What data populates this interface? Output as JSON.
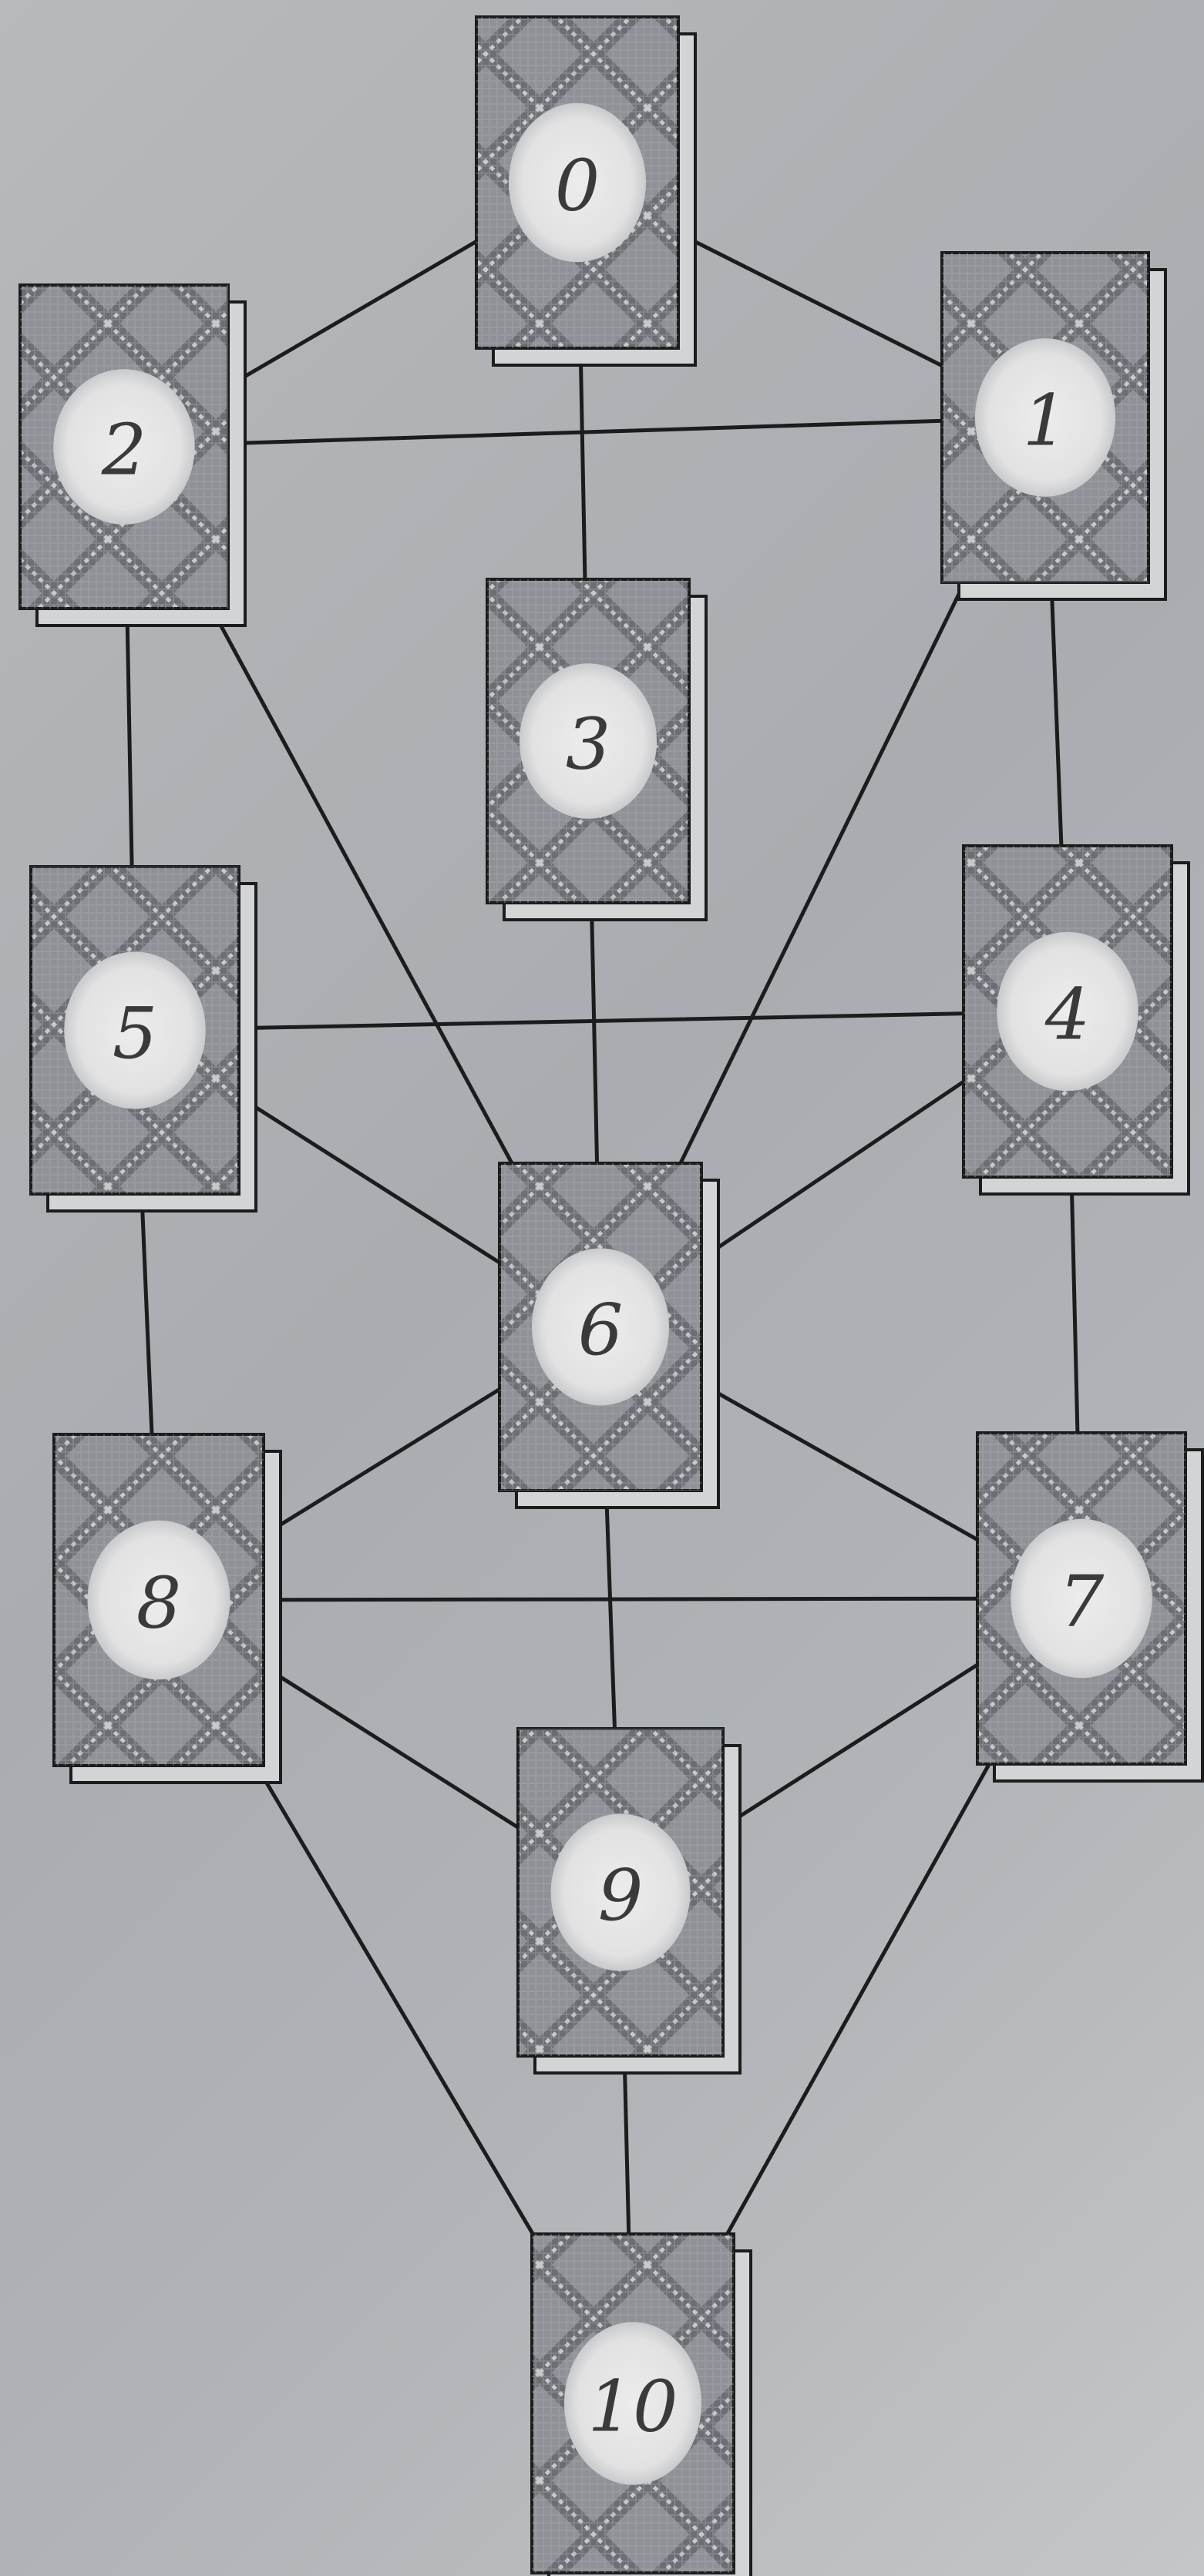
{
  "diagram": {
    "type": "card-spread-graph",
    "nodes": [
      {
        "id": "0",
        "label": "0"
      },
      {
        "id": "1",
        "label": "1"
      },
      {
        "id": "2",
        "label": "2"
      },
      {
        "id": "3",
        "label": "3"
      },
      {
        "id": "4",
        "label": "4"
      },
      {
        "id": "5",
        "label": "5"
      },
      {
        "id": "6",
        "label": "6"
      },
      {
        "id": "7",
        "label": "7"
      },
      {
        "id": "8",
        "label": "8"
      },
      {
        "id": "9",
        "label": "9"
      },
      {
        "id": "10",
        "label": "10"
      }
    ],
    "edges": [
      [
        "0",
        "2"
      ],
      [
        "0",
        "1"
      ],
      [
        "0",
        "3"
      ],
      [
        "2",
        "1"
      ],
      [
        "2",
        "5"
      ],
      [
        "2",
        "6"
      ],
      [
        "1",
        "4"
      ],
      [
        "1",
        "6"
      ],
      [
        "3",
        "6"
      ],
      [
        "5",
        "4"
      ],
      [
        "5",
        "6"
      ],
      [
        "5",
        "8"
      ],
      [
        "4",
        "6"
      ],
      [
        "4",
        "7"
      ],
      [
        "6",
        "8"
      ],
      [
        "6",
        "7"
      ],
      [
        "6",
        "9"
      ],
      [
        "8",
        "7"
      ],
      [
        "8",
        "9"
      ],
      [
        "8",
        "10"
      ],
      [
        "7",
        "9"
      ],
      [
        "7",
        "10"
      ],
      [
        "9",
        "10"
      ]
    ],
    "colors": {
      "card_pattern": "#8f9296",
      "card_stripe": "#6f7276",
      "line": "#1c1c1c"
    }
  }
}
